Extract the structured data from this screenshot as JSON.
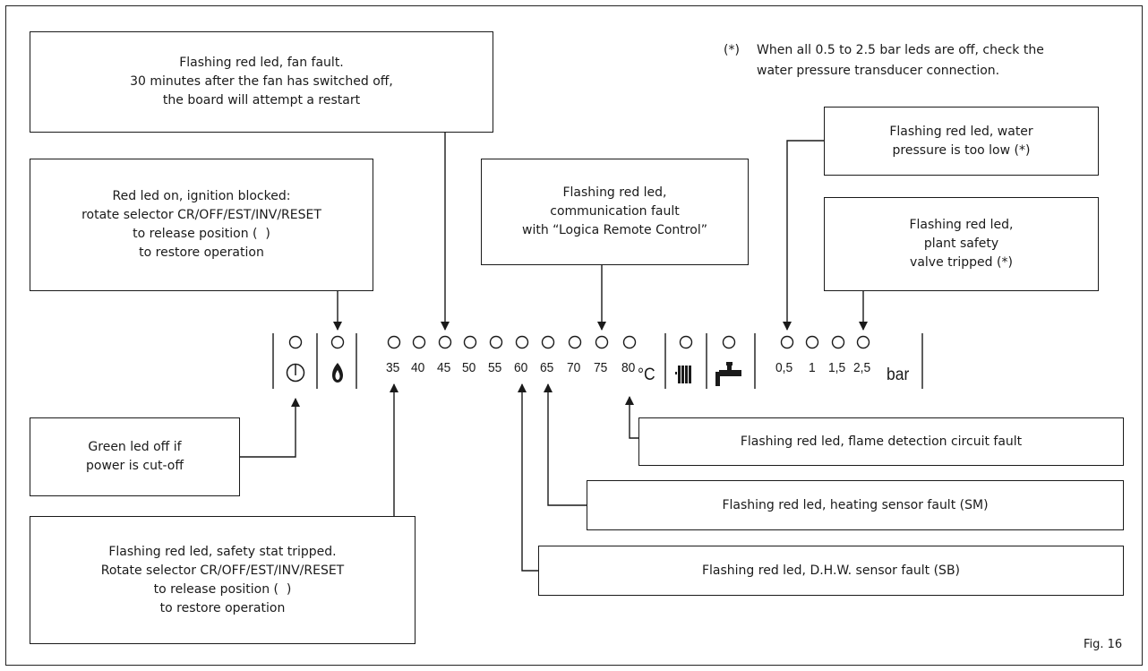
{
  "boxes": {
    "fan_fault": [
      "Flashing red led, fan fault.",
      "30 minutes after the fan has switched off,",
      "the board will attempt a restart"
    ],
    "ignition_blocked": [
      "Red led on, ignition blocked:",
      "rotate selector CR/OFF/EST/INV/RESET",
      "to release position (  )",
      "to restore operation"
    ],
    "communication_fault": [
      "Flashing red led,",
      "communication fault",
      "with “Logica Remote Control”"
    ],
    "pressure_low": [
      "Flashing red led, water",
      "pressure is too low (*)"
    ],
    "safety_valve": [
      "Flashing red led,",
      "plant safety",
      "valve tripped (*)"
    ],
    "power_cut": [
      "Green led off if",
      "power is cut-off"
    ],
    "flame_detection": [
      "Flashing red led, flame detection circuit fault"
    ],
    "heating_sensor": [
      "Flashing red led, heating sensor fault (SM)"
    ],
    "dhw_sensor": [
      "Flashing red led, D.H.W. sensor fault (SB)"
    ],
    "safety_stat": [
      "Flashing red led, safety stat tripped.",
      "Rotate selector CR/OFF/EST/INV/RESET",
      "to release position (  )",
      "to restore operation"
    ]
  },
  "note": {
    "marker": "(*)",
    "line1": "When all 0.5 to 2.5 bar leds are off, check the",
    "line2": "water pressure transducer connection."
  },
  "temperature_labels": [
    "35",
    "40",
    "45",
    "50",
    "55",
    "60",
    "65",
    "70",
    "75",
    "80"
  ],
  "temperature_unit": "°C",
  "pressure_labels": [
    "0,5",
    "1",
    "1,5",
    "2,5"
  ],
  "pressure_unit": "bar",
  "figure_label": "Fig. 16",
  "icons": [
    "power-icon",
    "flame-icon",
    "radiator-icon",
    "tap-icon"
  ]
}
